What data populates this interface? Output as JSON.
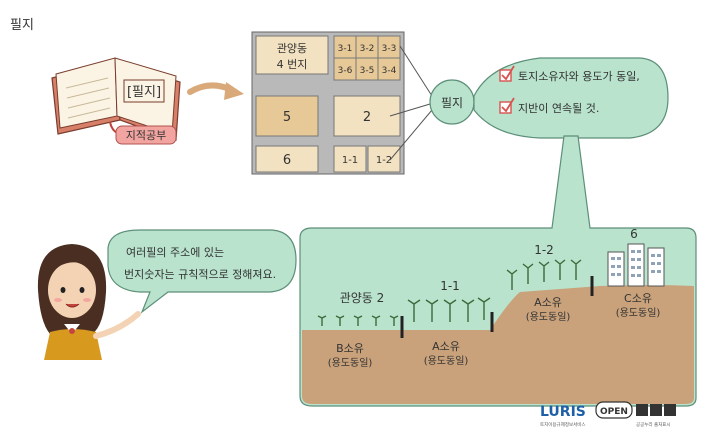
{
  "page": {
    "title": "필지"
  },
  "book": {
    "cover_label": "[필지]",
    "tag_label": "지적공부"
  },
  "map": {
    "block_label_line1": "관양동",
    "block_label_line2": "4 번지",
    "parcels": [
      "3-1",
      "3-2",
      "3-3",
      "3-6",
      "3-5",
      "3-4",
      "5",
      "2",
      "6",
      "1-1",
      "1-2"
    ]
  },
  "parcel_bubble": {
    "center_label": "필지",
    "conditions": [
      "토지소유자와 용도가 동일,",
      "지반이 연속될 것."
    ]
  },
  "character": {
    "speech_line1": "여러필의 주소에 있는",
    "speech_line2": "번지숫자는 규칙적으로 정해져요."
  },
  "landscape": {
    "place_label": "관양동 2",
    "lot_labels": [
      "1-1",
      "1-2",
      "6"
    ],
    "owner_labels": [
      {
        "owner": "B소유",
        "use": "(용도동일)"
      },
      {
        "owner": "A소유",
        "use": "(용도동일)"
      },
      {
        "owner": "A소유",
        "use": "(용도동일)"
      },
      {
        "owner": "C소유",
        "use": "(용도동일)"
      }
    ]
  },
  "footer": {
    "logo_main": "LURIS",
    "logo_sub": "토지이용규제정보서비스",
    "badge_open": "OPEN",
    "badge_sub": "공공누리  출처표시"
  },
  "colors": {
    "mint": "#b9e3cd",
    "mint_stroke": "#5d8f79",
    "soil": "#c9a27b",
    "parcel_fill": "#e7c998",
    "road": "#b9b9b9",
    "book_cover": "#d77f69",
    "check_red": "#d9534f"
  }
}
